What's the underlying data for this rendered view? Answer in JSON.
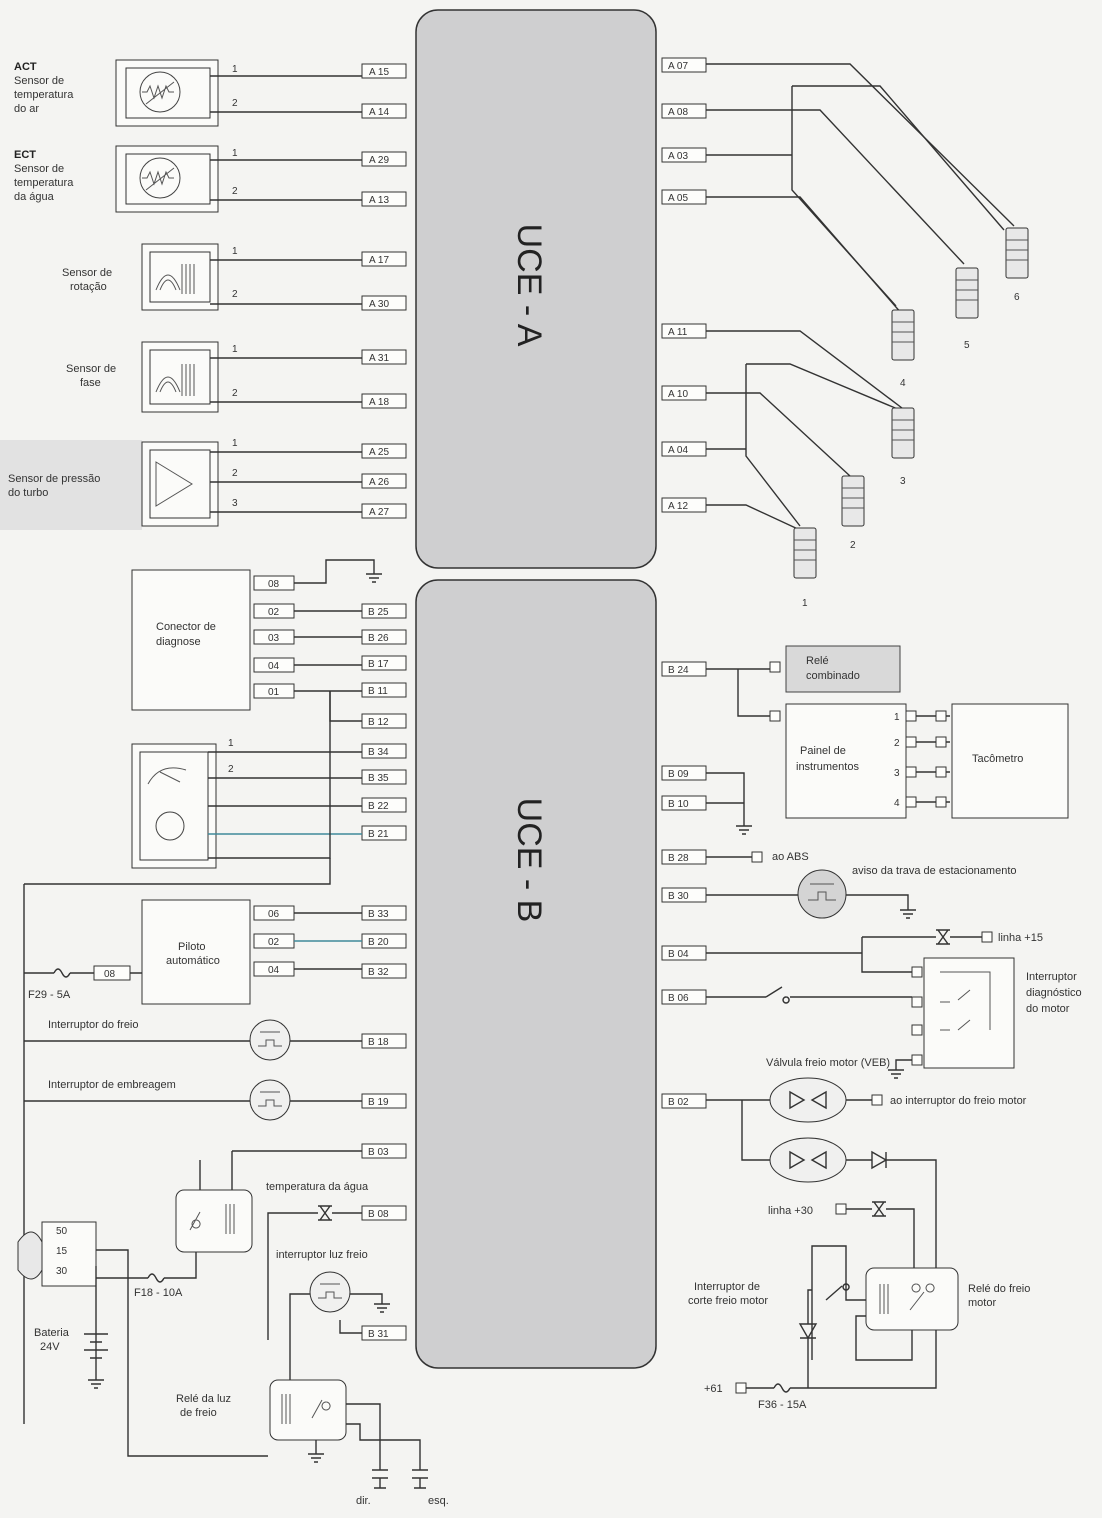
{
  "uce_a": {
    "title": "UCE - A",
    "left_pins": [
      "A 15",
      "A 14",
      "A 29",
      "A 13",
      "A 17",
      "A 30",
      "A 31",
      "A 18",
      "A 25",
      "A 26",
      "A 27"
    ],
    "right_pins": [
      "A 07",
      "A 08",
      "A 03",
      "A 05",
      "A 11",
      "A 10",
      "A 04",
      "A 12"
    ]
  },
  "uce_b": {
    "title": "UCE - B",
    "left_pins": [
      "B 25",
      "B 26",
      "B 17",
      "B 11",
      "B 12",
      "B 34",
      "B 35",
      "B 22",
      "B 21",
      "B 33",
      "B 20",
      "B 32",
      "B 18",
      "B 19",
      "B 03",
      "B 08",
      "B 31"
    ],
    "right_pins": [
      "B 24",
      "B 09",
      "B 10",
      "B 28",
      "B 30",
      "B 04",
      "B 06",
      "B 02"
    ]
  },
  "sensors": {
    "act": {
      "code": "ACT",
      "desc": [
        "Sensor de",
        "temperatura",
        "do ar"
      ],
      "pins": [
        "1",
        "2"
      ]
    },
    "ect": {
      "code": "ECT",
      "desc": [
        "Sensor de",
        "temperatura",
        "da água"
      ],
      "pins": [
        "1",
        "2"
      ]
    },
    "rotacao": {
      "desc": [
        "Sensor de",
        "rotação"
      ],
      "pins": [
        "1",
        "2"
      ]
    },
    "fase": {
      "desc": [
        "Sensor de",
        "fase"
      ],
      "pins": [
        "1",
        "2"
      ]
    },
    "turbo": {
      "desc": [
        "Sensor de pressão",
        "do turbo"
      ],
      "pins": [
        "1",
        "2",
        "3"
      ]
    },
    "pedal": {
      "pins": [
        "1",
        "2"
      ]
    }
  },
  "diag_connector": {
    "label": [
      "Conector de",
      "diagnose"
    ],
    "pins": [
      "08",
      "02",
      "03",
      "04",
      "01"
    ]
  },
  "autopilot": {
    "label": [
      "Piloto",
      "automático"
    ],
    "pins": [
      "06",
      "02",
      "04",
      "08"
    ]
  },
  "injectors": [
    "1",
    "2",
    "3",
    "4",
    "5",
    "6"
  ],
  "labels": {
    "rele_combinado": [
      "Relé",
      "combinado"
    ],
    "painel": [
      "Painel de",
      "instrumentos"
    ],
    "tacometro": "Tacômetro",
    "panel_pins": [
      "1",
      "2",
      "3",
      "4"
    ],
    "ao_abs": "ao ABS",
    "aviso_trava": "aviso da trava de estacionamento",
    "linha15": "linha +15",
    "interruptor_diag": [
      "Interruptor",
      "diagnóstico",
      "do motor"
    ],
    "valvula_freio": "Válvula freio motor (VEB)",
    "ao_interruptor_freio": "ao interruptor do freio motor",
    "linha30": "linha +30",
    "interruptor_corte": [
      "Interruptor de",
      "corte freio motor"
    ],
    "rele_freio_motor": [
      "Relé do freio",
      "motor"
    ],
    "linha61": "+61",
    "f36": "F36 - 15A",
    "f29": "F29 - 5A",
    "interruptor_freio": "Interruptor do freio",
    "interruptor_embreagem": "Interruptor de embreagem",
    "temperatura_agua": "temperatura da água",
    "interruptor_luz_freio": "interruptor luz freio",
    "f18": "F18 - 10A",
    "bateria": [
      "Bateria",
      "24V"
    ],
    "battery_terminals": [
      "50",
      "15",
      "30"
    ],
    "rele_luz_freio": [
      "Relé da luz",
      "de freio"
    ],
    "dir": "dir.",
    "esq": "esq."
  }
}
